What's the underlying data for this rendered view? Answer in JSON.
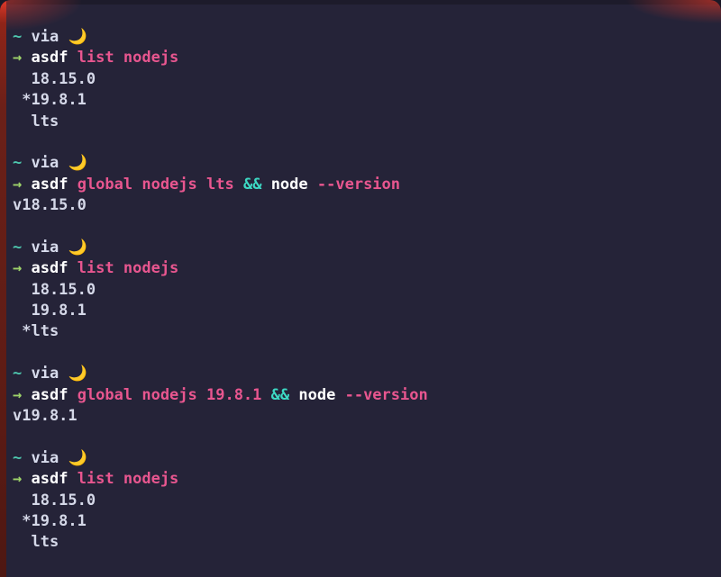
{
  "terminal": {
    "background_color": "#252338",
    "accent_color": "#8e2418",
    "blocks": [
      {
        "prompt": {
          "path": "~",
          "via": "via",
          "icon": "🌙",
          "symbol": "→"
        },
        "command": {
          "name": "asdf",
          "args": "list nodejs"
        },
        "output": [
          "  18.15.0",
          " *19.8.1",
          "  lts"
        ]
      },
      {
        "prompt": {
          "path": "~",
          "via": "via",
          "icon": "🌙",
          "symbol": "→"
        },
        "command": {
          "name": "asdf",
          "args": "global nodejs lts",
          "operator": "&&",
          "name2": "node",
          "flag": "--version"
        },
        "output": [
          "v18.15.0"
        ]
      },
      {
        "prompt": {
          "path": "~",
          "via": "via",
          "icon": "🌙",
          "symbol": "→"
        },
        "command": {
          "name": "asdf",
          "args": "list nodejs"
        },
        "output": [
          "  18.15.0",
          "  19.8.1",
          " *lts"
        ]
      },
      {
        "prompt": {
          "path": "~",
          "via": "via",
          "icon": "🌙",
          "symbol": "→"
        },
        "command": {
          "name": "asdf",
          "args": "global nodejs 19.8.1",
          "operator": "&&",
          "name2": "node",
          "flag": "--version"
        },
        "output": [
          "v19.8.1"
        ]
      },
      {
        "prompt": {
          "path": "~",
          "via": "via",
          "icon": "🌙",
          "symbol": "→"
        },
        "command": {
          "name": "asdf",
          "args": "list nodejs"
        },
        "output": [
          "  18.15.0",
          " *19.8.1",
          "  lts"
        ]
      }
    ]
  }
}
